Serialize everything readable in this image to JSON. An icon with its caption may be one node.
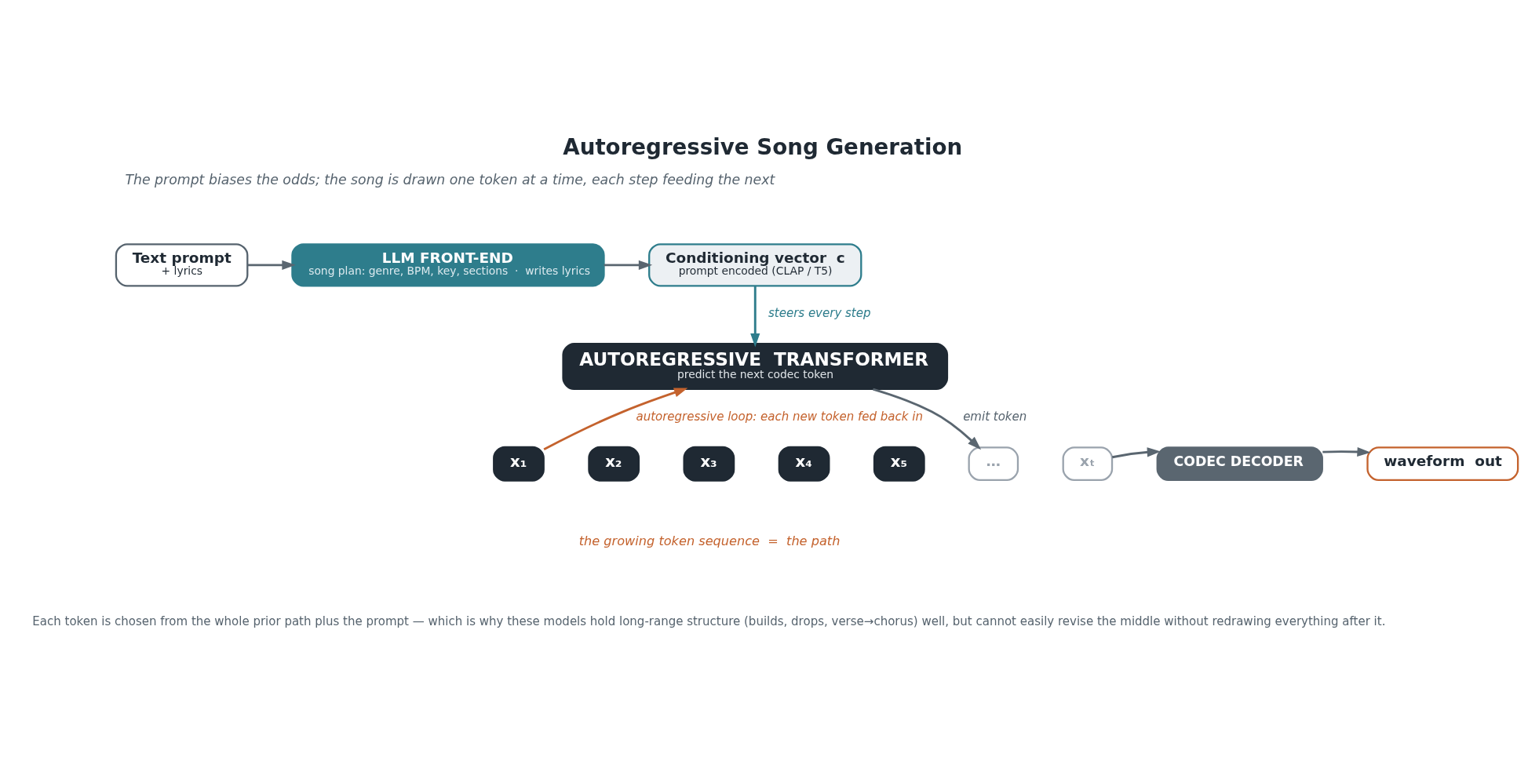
{
  "diagram": {
    "title": "Autoregressive Song Generation",
    "caption": "Each token is chosen from the whole prior path plus the prompt — which is why these models hold long-range structure (builds, drops, verse→chorus) well, but cannot easily revise the middle without redrawing everything after it.",
    "nodes": [
      {
        "text": [
          "Text prompt",
          "+ lyrics"
        ]
      },
      {
        "text": [
          "LLM FRONT-END",
          "song plan: genre, BPM, key, sections  ·  writes lyrics"
        ]
      },
      {
        "text": [
          "Conditioning vector  c",
          "prompt encoded (CLAP / T5)"
        ]
      },
      {
        "text": [
          "AUTOREGRESSIVE  TRANSFORMER",
          "predict the next codec token"
        ]
      },
      {
        "text": [
          "x₁"
        ]
      },
      {
        "text": [
          "x₂"
        ]
      },
      {
        "text": [
          "x₃"
        ]
      },
      {
        "text": [
          "x₄"
        ]
      },
      {
        "text": [
          "x₅"
        ]
      },
      {
        "text": [
          "…"
        ]
      },
      {
        "text": [
          "xₜ"
        ]
      },
      {
        "text": [
          "CODEC DECODER"
        ]
      },
      {
        "text": [
          "waveform  out"
        ]
      }
    ],
    "edges": [
      {
        "from": 0,
        "to": 1,
        "arrow": "to"
      },
      {
        "from": 1,
        "to": 2,
        "arrow": "to"
      },
      {
        "from": 2,
        "to": 3,
        "arrow": "to",
        "label": "steers every step",
        "color": "#2e7d8c"
      },
      {
        "from": 3,
        "to": 9,
        "arrow": "to",
        "label": "emit token"
      },
      {
        "from": 4,
        "to": 3,
        "arrow": "to",
        "label": "autoregressive loop: each new token fed back in",
        "color": "#c4622d"
      },
      {
        "from": 10,
        "to": 11,
        "arrow": "to"
      },
      {
        "from": 11,
        "to": 12,
        "arrow": "to"
      }
    ],
    "labels": [
      "The prompt biases the odds; the song is drawn one token at a time, each step feeding the next",
      "the growing token sequence  =  the path"
    ]
  }
}
